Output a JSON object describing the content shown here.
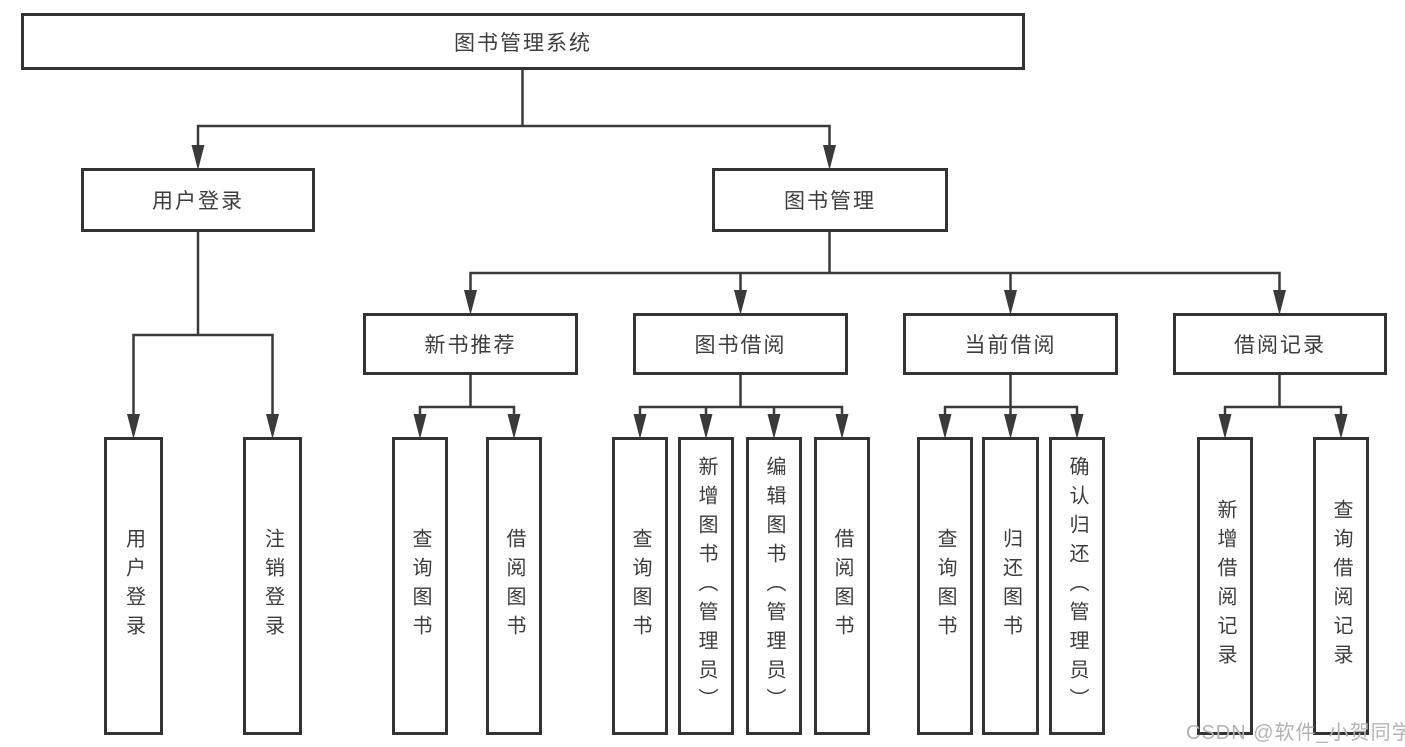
{
  "tree": {
    "root": {
      "label": "图书管理系统"
    },
    "branches": [
      {
        "label": "用户登录",
        "children": [
          {
            "label": "用户登录"
          },
          {
            "label": "注销登录"
          }
        ]
      },
      {
        "label": "图书管理",
        "children": [
          {
            "label": "新书推荐",
            "children": [
              {
                "label": "查询图书"
              },
              {
                "label": "借阅图书"
              }
            ]
          },
          {
            "label": "图书借阅",
            "children": [
              {
                "label": "查询图书"
              },
              {
                "label": "新增图书（管理员）"
              },
              {
                "label": "编辑图书（管理员）"
              },
              {
                "label": "借阅图书"
              }
            ]
          },
          {
            "label": "当前借阅",
            "children": [
              {
                "label": "查询图书"
              },
              {
                "label": "归还图书"
              },
              {
                "label": "确认归还（管理员）"
              }
            ]
          },
          {
            "label": "借阅记录",
            "children": [
              {
                "label": "新增借阅记录"
              },
              {
                "label": "查询借阅记录"
              }
            ]
          }
        ]
      }
    ]
  },
  "watermark": {
    "text": "CSDN @软件_小贺同学"
  },
  "colors": {
    "line": "#3a3a3a",
    "box_border": "#333333",
    "text": "#3d3d3d",
    "watermark_text": "#b3b3b3",
    "background": "#ffffff"
  }
}
